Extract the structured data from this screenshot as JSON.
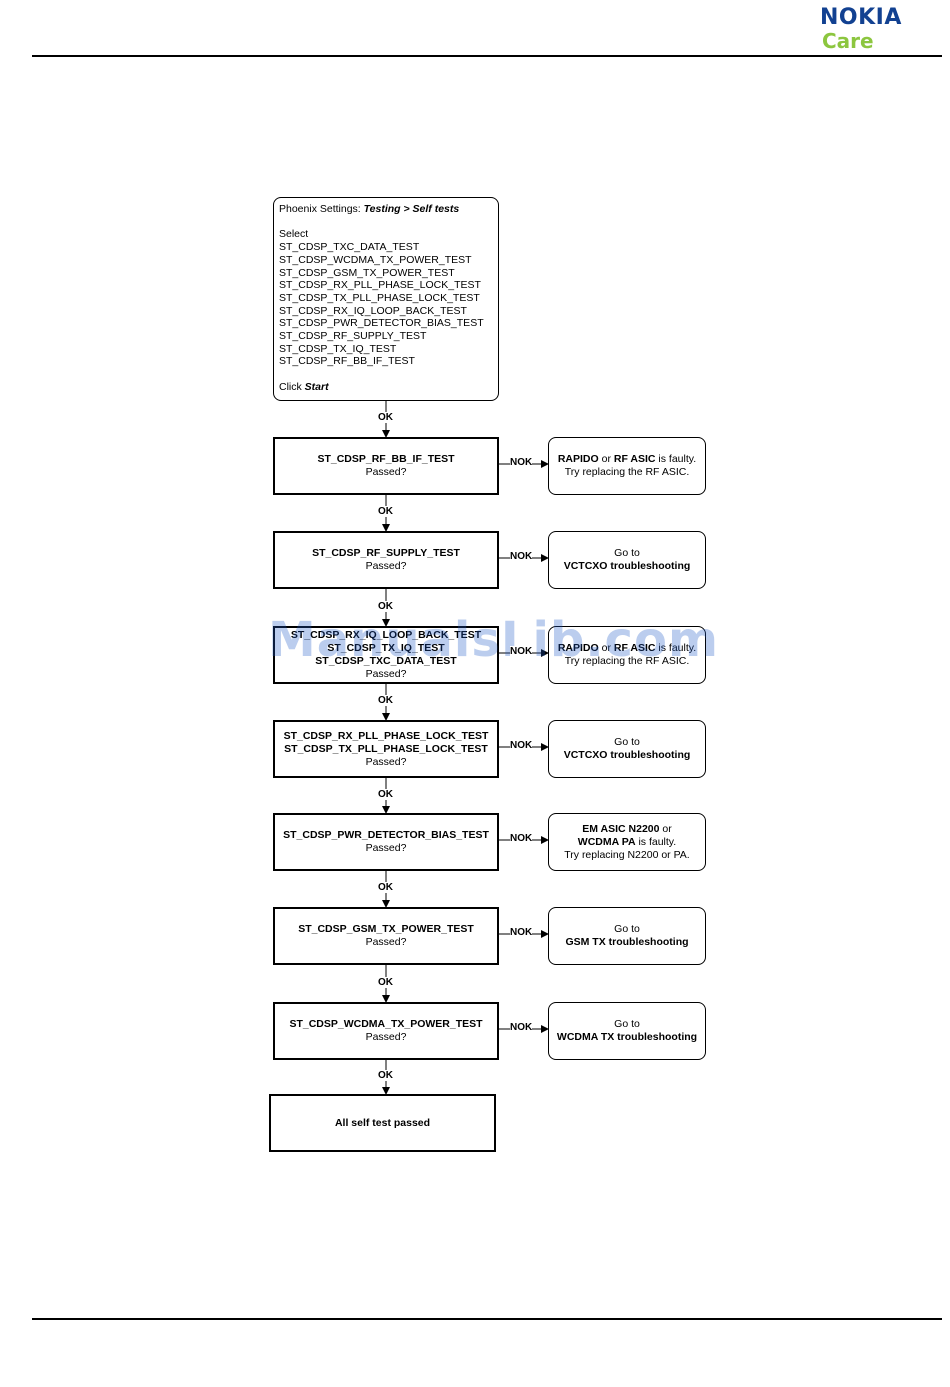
{
  "header": {
    "brand": "NOKIA",
    "brand_sub": "Care"
  },
  "start": {
    "title_prefix": "Phoenix Settings: ",
    "title_path": "Testing > Self tests",
    "select_label": "Select",
    "items": [
      "ST_CDSP_TXC_DATA_TEST",
      "ST_CDSP_WCDMA_TX_POWER_TEST",
      "ST_CDSP_GSM_TX_POWER_TEST",
      "ST_CDSP_RX_PLL_PHASE_LOCK_TEST",
      "ST_CDSP_TX_PLL_PHASE_LOCK_TEST",
      "ST_CDSP_RX_IQ_LOOP_BACK_TEST",
      "ST_CDSP_PWR_DETECTOR_BIAS_TEST",
      "ST_CDSP_RF_SUPPLY_TEST",
      "ST_CDSP_TX_IQ_TEST",
      "ST_CDSP_RF_BB_IF_TEST"
    ],
    "click_label": "Click ",
    "click_action": "Start"
  },
  "labels": {
    "ok": "OK",
    "nok": "NOK"
  },
  "steps": [
    {
      "test_lines": [
        "ST_CDSP_RF_BB_IF_TEST"
      ],
      "question": "Passed?",
      "result": [
        [
          {
            "t": "RAPIDO",
            "b": true
          },
          {
            "t": " or ",
            "b": false
          },
          {
            "t": "RF ASIC",
            "b": true
          },
          {
            "t": " is faulty.",
            "b": false
          }
        ],
        [
          {
            "t": "Try replacing the RF ASIC.",
            "b": false
          }
        ]
      ]
    },
    {
      "test_lines": [
        "ST_CDSP_RF_SUPPLY_TEST"
      ],
      "question": "Passed?",
      "result": [
        [
          {
            "t": "Go to",
            "b": false
          }
        ],
        [
          {
            "t": "VCTCXO troubleshooting",
            "b": true
          }
        ]
      ]
    },
    {
      "test_lines": [
        "ST_CDSP_RX_IQ_LOOP_BACK_TEST",
        "ST_CDSP_TX_IQ_TEST",
        "ST_CDSP_TXC_DATA_TEST"
      ],
      "question": "Passed?",
      "result": [
        [
          {
            "t": "RAPIDO",
            "b": true
          },
          {
            "t": " or ",
            "b": false
          },
          {
            "t": "RF ASIC",
            "b": true
          },
          {
            "t": " is faulty.",
            "b": false
          }
        ],
        [
          {
            "t": "Try replacing the RF ASIC.",
            "b": false
          }
        ]
      ]
    },
    {
      "test_lines": [
        "ST_CDSP_RX_PLL_PHASE_LOCK_TEST",
        "ST_CDSP_TX_PLL_PHASE_LOCK_TEST"
      ],
      "question": "Passed?",
      "result": [
        [
          {
            "t": "Go to",
            "b": false
          }
        ],
        [
          {
            "t": "VCTCXO troubleshooting",
            "b": true
          }
        ]
      ]
    },
    {
      "test_lines": [
        "ST_CDSP_PWR_DETECTOR_BIAS_TEST"
      ],
      "question": "Passed?",
      "result": [
        [
          {
            "t": "EM ASIC N2200",
            "b": true
          },
          {
            "t": " or",
            "b": false
          }
        ],
        [
          {
            "t": "WCDMA PA",
            "b": true
          },
          {
            "t": " is faulty.",
            "b": false
          }
        ],
        [
          {
            "t": "Try replacing N2200 or PA.",
            "b": false
          }
        ]
      ]
    },
    {
      "test_lines": [
        "ST_CDSP_GSM_TX_POWER_TEST"
      ],
      "question": "Passed?",
      "result": [
        [
          {
            "t": "Go to",
            "b": false
          }
        ],
        [
          {
            "t": "GSM TX troubleshooting",
            "b": true
          }
        ]
      ]
    },
    {
      "test_lines": [
        "ST_CDSP_WCDMA_TX_POWER_TEST"
      ],
      "question": "Passed?",
      "result": [
        [
          {
            "t": "Go to",
            "b": false
          }
        ],
        [
          {
            "t": "WCDMA TX troubleshooting",
            "b": true
          }
        ]
      ]
    }
  ],
  "end": "All self test passed",
  "watermark": "ManualsLib.com"
}
